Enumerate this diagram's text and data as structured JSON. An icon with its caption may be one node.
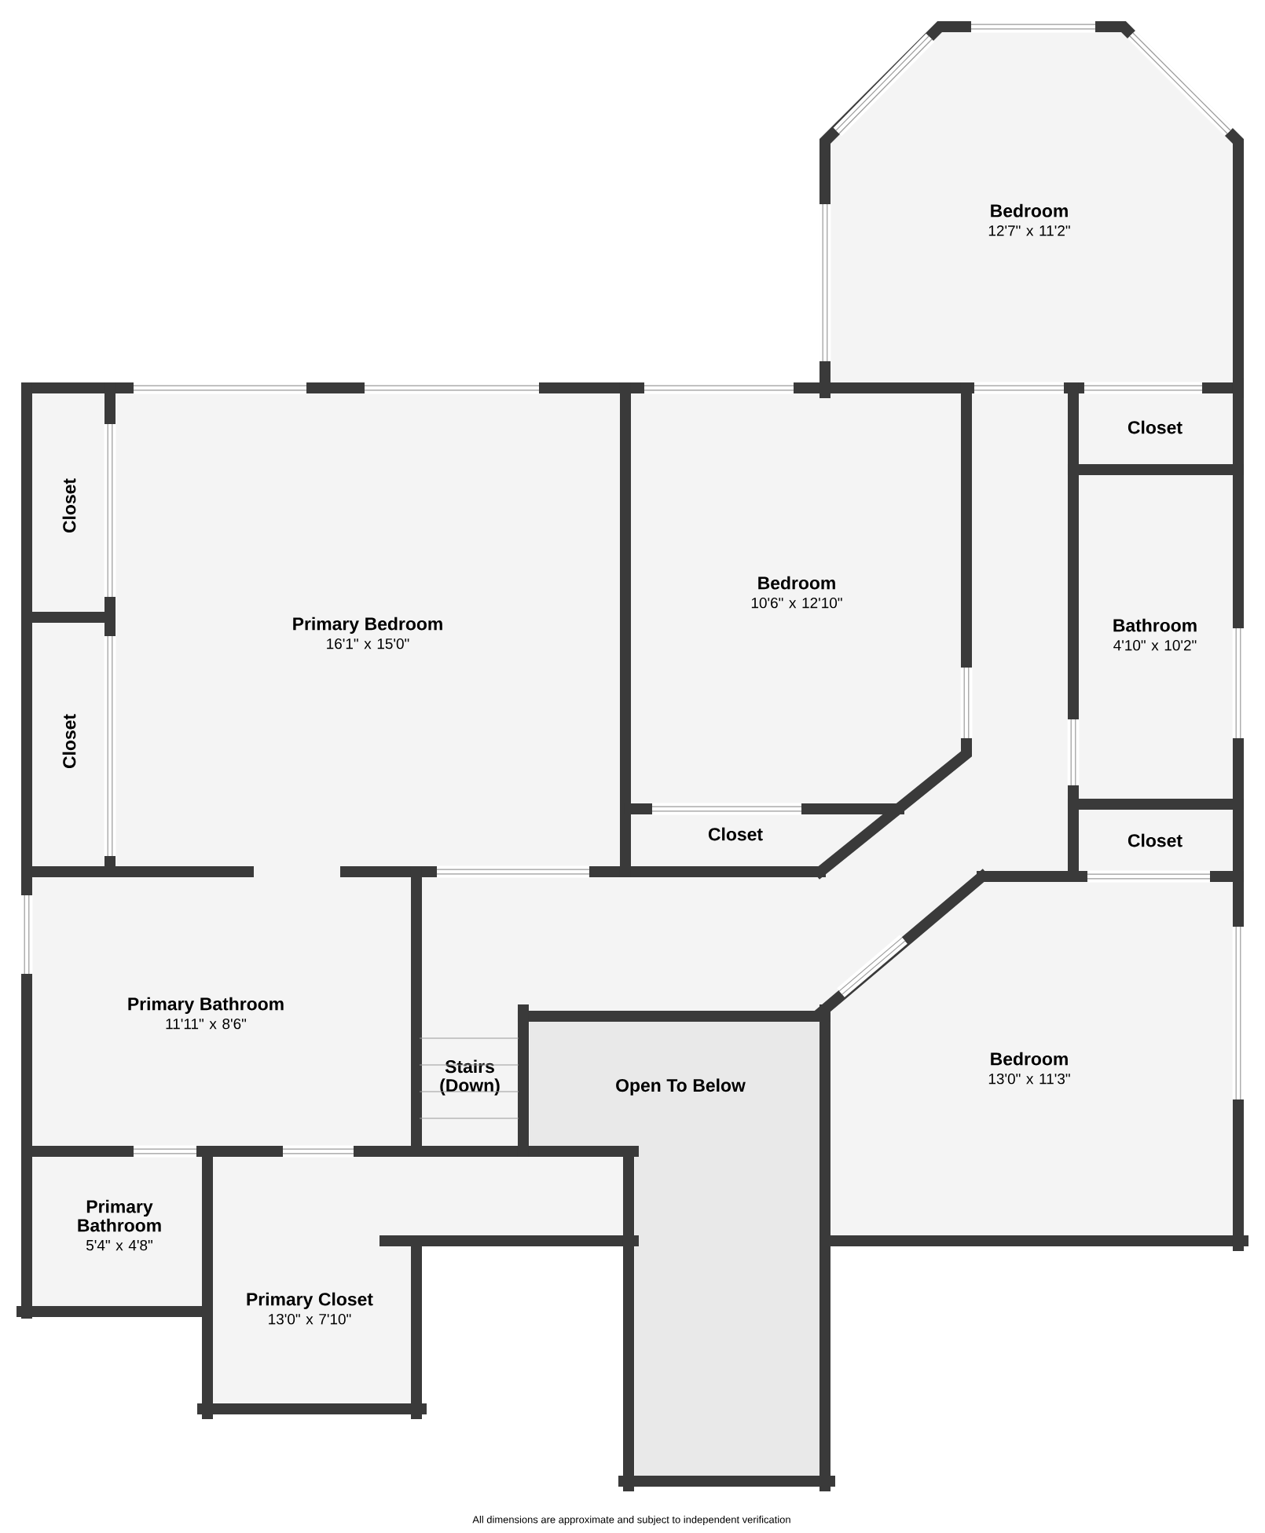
{
  "diagram": {
    "nodes": [
      {
        "text": [
          "Bedroom",
          "12'7\" x 11'2\""
        ]
      },
      {
        "text": [
          "Primary Bedroom",
          "16'1\" x 15'0\""
        ]
      },
      {
        "text": [
          "Closet"
        ]
      },
      {
        "text": [
          "Closet"
        ]
      },
      {
        "text": [
          "Bedroom",
          "10'6\" x 12'10\""
        ]
      },
      {
        "text": [
          "Closet"
        ]
      },
      {
        "text": [
          "Closet"
        ]
      },
      {
        "text": [
          "Bathroom",
          "4'10\" x 10'2\""
        ]
      },
      {
        "text": [
          "Closet"
        ]
      },
      {
        "text": [
          "Primary Bathroom",
          "11'11\" x 8'6\""
        ]
      },
      {
        "text": [
          "Primary Bathroom",
          "5'4\" x 4'8\""
        ]
      },
      {
        "text": [
          "Primary Closet",
          "13'0\" x 7'10\""
        ]
      },
      {
        "text": [
          "Stairs (Down)"
        ]
      },
      {
        "text": [
          "Open To Below"
        ]
      },
      {
        "text": [
          "Bedroom",
          "13'0\" x 11'3\""
        ]
      }
    ],
    "labels": [
      "All dimensions are approximate and subject to independent verification"
    ]
  }
}
